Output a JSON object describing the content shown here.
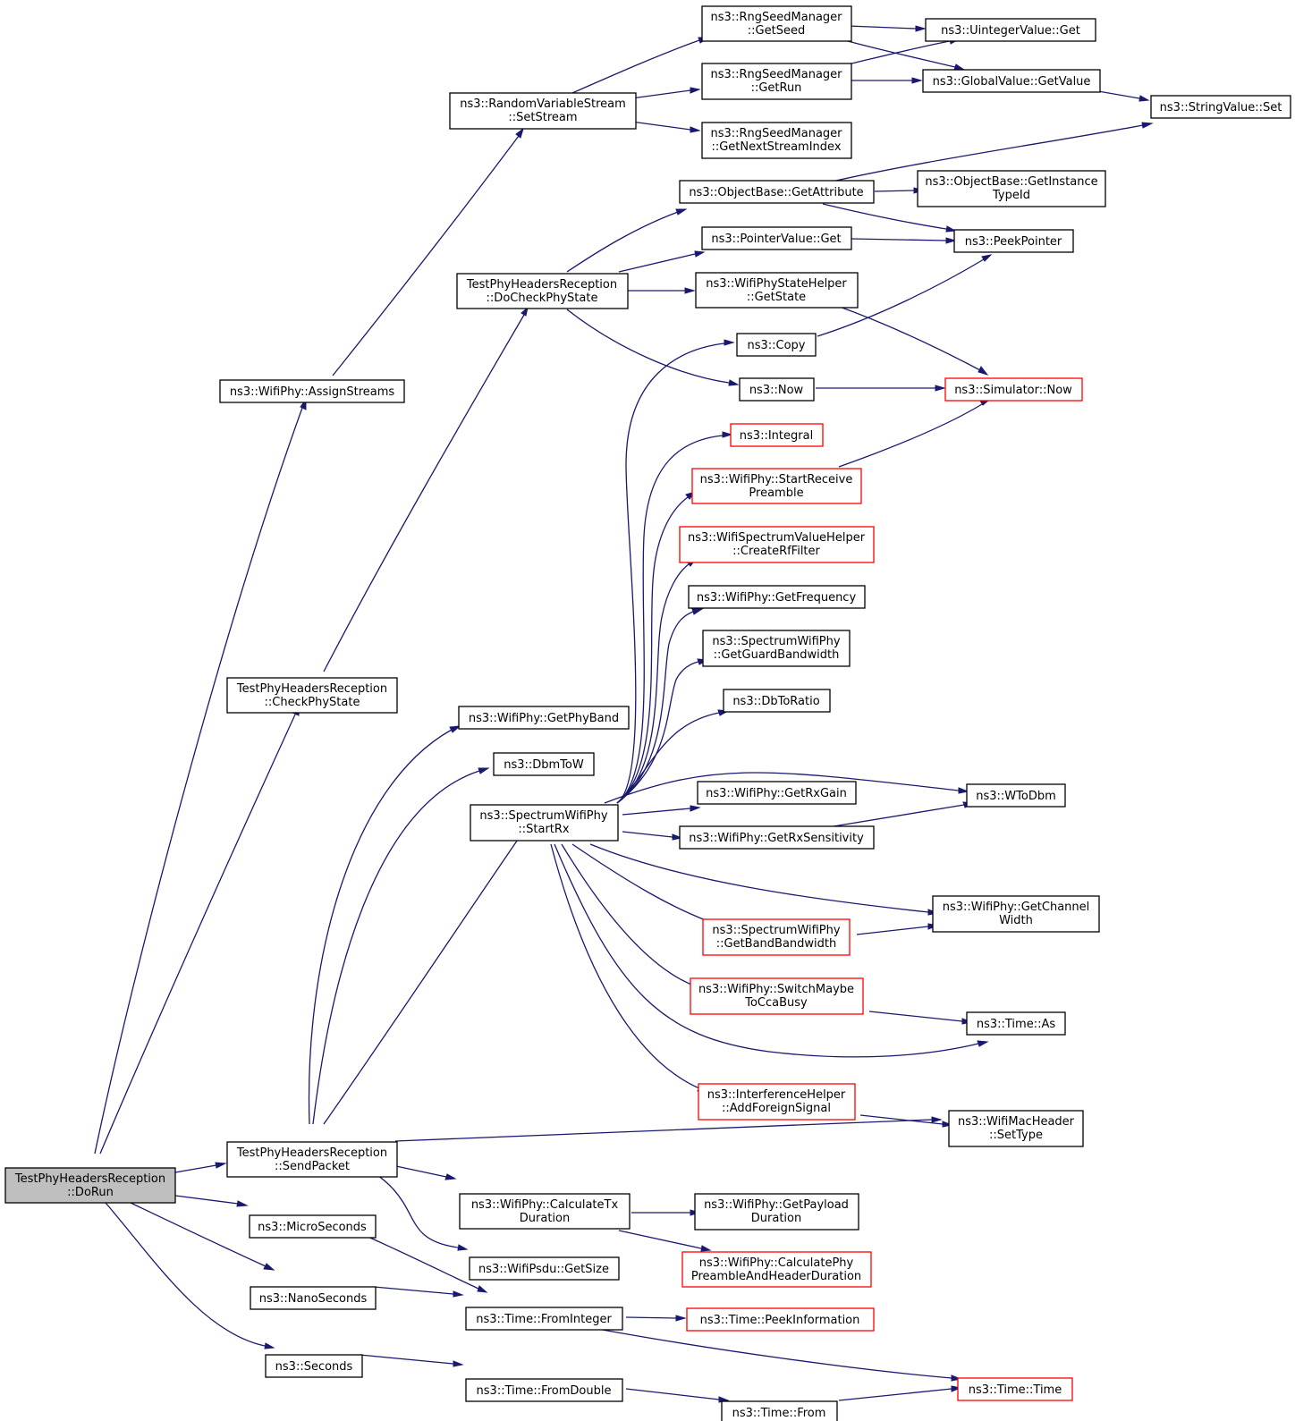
{
  "colors": {
    "edge": "#191970",
    "node_border_default": "#000000",
    "node_border_truncated": "#ff0000",
    "node_fill_default": "#ffffff",
    "node_fill_root": "#bfbfbf"
  },
  "nodes": [
    {
      "id": "dorun",
      "lines": [
        "TestPhyHeadersReception",
        "::DoRun"
      ],
      "style": "root"
    },
    {
      "id": "assign",
      "lines": [
        "ns3::WifiPhy::AssignStreams"
      ],
      "style": "default"
    },
    {
      "id": "checkphy",
      "lines": [
        "TestPhyHeadersReception",
        "::CheckPhyState"
      ],
      "style": "default"
    },
    {
      "id": "sendpkt",
      "lines": [
        "TestPhyHeadersReception",
        "::SendPacket"
      ],
      "style": "default"
    },
    {
      "id": "micro",
      "lines": [
        "ns3::MicroSeconds"
      ],
      "style": "default"
    },
    {
      "id": "nano",
      "lines": [
        "ns3::NanoSeconds"
      ],
      "style": "default"
    },
    {
      "id": "seconds",
      "lines": [
        "ns3::Seconds"
      ],
      "style": "default"
    },
    {
      "id": "setstream",
      "lines": [
        "ns3::RandomVariableStream",
        "::SetStream"
      ],
      "style": "default"
    },
    {
      "id": "docheck",
      "lines": [
        "TestPhyHeadersReception",
        "::DoCheckPhyState"
      ],
      "style": "default"
    },
    {
      "id": "getphyband",
      "lines": [
        "ns3::WifiPhy::GetPhyBand"
      ],
      "style": "default"
    },
    {
      "id": "dbmtow",
      "lines": [
        "ns3::DbmToW"
      ],
      "style": "default"
    },
    {
      "id": "startrx",
      "lines": [
        "ns3::SpectrumWifiPhy",
        "::StartRx"
      ],
      "style": "default"
    },
    {
      "id": "calctx",
      "lines": [
        "ns3::WifiPhy::CalculateTx",
        "Duration"
      ],
      "style": "default"
    },
    {
      "id": "psdusize",
      "lines": [
        "ns3::WifiPsdu::GetSize"
      ],
      "style": "default"
    },
    {
      "id": "frominteger",
      "lines": [
        "ns3::Time::FromInteger"
      ],
      "style": "default"
    },
    {
      "id": "fromdouble",
      "lines": [
        "ns3::Time::FromDouble"
      ],
      "style": "default"
    },
    {
      "id": "getseed",
      "lines": [
        "ns3::RngSeedManager",
        "::GetSeed"
      ],
      "style": "default"
    },
    {
      "id": "getrun",
      "lines": [
        "ns3::RngSeedManager",
        "::GetRun"
      ],
      "style": "default"
    },
    {
      "id": "getnext",
      "lines": [
        "ns3::RngSeedManager",
        "::GetNextStreamIndex"
      ],
      "style": "default"
    },
    {
      "id": "getattr",
      "lines": [
        "ns3::ObjectBase::GetAttribute"
      ],
      "style": "default"
    },
    {
      "id": "ptrget",
      "lines": [
        "ns3::PointerValue::Get"
      ],
      "style": "default"
    },
    {
      "id": "getstate",
      "lines": [
        "ns3::WifiPhyStateHelper",
        "::GetState"
      ],
      "style": "default"
    },
    {
      "id": "copy",
      "lines": [
        "ns3::Copy"
      ],
      "style": "default"
    },
    {
      "id": "now",
      "lines": [
        "ns3::Now"
      ],
      "style": "default"
    },
    {
      "id": "integral",
      "lines": [
        "ns3::Integral"
      ],
      "style": "truncated"
    },
    {
      "id": "startpre",
      "lines": [
        "ns3::WifiPhy::StartReceive",
        "Preamble"
      ],
      "style": "truncated"
    },
    {
      "id": "createrf",
      "lines": [
        "ns3::WifiSpectrumValueHelper",
        "::CreateRfFilter"
      ],
      "style": "truncated"
    },
    {
      "id": "getfreq",
      "lines": [
        "ns3::WifiPhy::GetFrequency"
      ],
      "style": "default"
    },
    {
      "id": "guardbw",
      "lines": [
        "ns3::SpectrumWifiPhy",
        "::GetGuardBandwidth"
      ],
      "style": "default"
    },
    {
      "id": "dbtoratio",
      "lines": [
        "ns3::DbToRatio"
      ],
      "style": "default"
    },
    {
      "id": "getrxgain",
      "lines": [
        "ns3::WifiPhy::GetRxGain"
      ],
      "style": "default"
    },
    {
      "id": "getrxsens",
      "lines": [
        "ns3::WifiPhy::GetRxSensitivity"
      ],
      "style": "default"
    },
    {
      "id": "bandbw",
      "lines": [
        "ns3::SpectrumWifiPhy",
        "::GetBandBandwidth"
      ],
      "style": "truncated"
    },
    {
      "id": "switchcca",
      "lines": [
        "ns3::WifiPhy::SwitchMaybe",
        "ToCcaBusy"
      ],
      "style": "truncated"
    },
    {
      "id": "addforeign",
      "lines": [
        "ns3::InterferenceHelper",
        "::AddForeignSignal"
      ],
      "style": "truncated"
    },
    {
      "id": "payloaddur",
      "lines": [
        "ns3::WifiPhy::GetPayload",
        "Duration"
      ],
      "style": "default"
    },
    {
      "id": "calcpre",
      "lines": [
        "ns3::WifiPhy::CalculatePhy",
        "PreambleAndHeaderDuration"
      ],
      "style": "truncated"
    },
    {
      "id": "peekinfo",
      "lines": [
        "ns3::Time::PeekInformation"
      ],
      "style": "truncated"
    },
    {
      "id": "from",
      "lines": [
        "ns3::Time::From"
      ],
      "style": "default"
    },
    {
      "id": "uintget",
      "lines": [
        "ns3::UintegerValue::Get"
      ],
      "style": "default"
    },
    {
      "id": "getvalue",
      "lines": [
        "ns3::GlobalValue::GetValue"
      ],
      "style": "default"
    },
    {
      "id": "strset",
      "lines": [
        "ns3::StringValue::Set"
      ],
      "style": "default"
    },
    {
      "id": "gettypeid",
      "lines": [
        "ns3::ObjectBase::GetInstance",
        "TypeId"
      ],
      "style": "default"
    },
    {
      "id": "peekptr",
      "lines": [
        "ns3::PeekPointer"
      ],
      "style": "default"
    },
    {
      "id": "simnow",
      "lines": [
        "ns3::Simulator::Now"
      ],
      "style": "truncated"
    },
    {
      "id": "wtodbm",
      "lines": [
        "ns3::WToDbm"
      ],
      "style": "default"
    },
    {
      "id": "chanwidth",
      "lines": [
        "ns3::WifiPhy::GetChannel",
        "Width"
      ],
      "style": "default"
    },
    {
      "id": "timeas",
      "lines": [
        "ns3::Time::As"
      ],
      "style": "default"
    },
    {
      "id": "settype",
      "lines": [
        "ns3::WifiMacHeader",
        "::SetType"
      ],
      "style": "default"
    },
    {
      "id": "timetime",
      "lines": [
        "ns3::Time::Time"
      ],
      "style": "truncated"
    }
  ],
  "edges": [
    [
      "dorun",
      "assign"
    ],
    [
      "dorun",
      "checkphy"
    ],
    [
      "dorun",
      "sendpkt"
    ],
    [
      "dorun",
      "micro"
    ],
    [
      "dorun",
      "nano"
    ],
    [
      "dorun",
      "seconds"
    ],
    [
      "assign",
      "setstream"
    ],
    [
      "checkphy",
      "docheck"
    ],
    [
      "sendpkt",
      "getphyband"
    ],
    [
      "sendpkt",
      "dbmtow"
    ],
    [
      "sendpkt",
      "startrx"
    ],
    [
      "sendpkt",
      "settype"
    ],
    [
      "sendpkt",
      "calctx"
    ],
    [
      "sendpkt",
      "psdusize"
    ],
    [
      "micro",
      "frominteger"
    ],
    [
      "nano",
      "frominteger"
    ],
    [
      "seconds",
      "fromdouble"
    ],
    [
      "setstream",
      "getseed"
    ],
    [
      "setstream",
      "getrun"
    ],
    [
      "setstream",
      "getnext"
    ],
    [
      "getseed",
      "uintget"
    ],
    [
      "getseed",
      "getvalue"
    ],
    [
      "getrun",
      "uintget"
    ],
    [
      "getrun",
      "getvalue"
    ],
    [
      "getvalue",
      "strset"
    ],
    [
      "docheck",
      "getattr"
    ],
    [
      "docheck",
      "ptrget"
    ],
    [
      "docheck",
      "getstate"
    ],
    [
      "docheck",
      "now"
    ],
    [
      "getattr",
      "strset"
    ],
    [
      "getattr",
      "gettypeid"
    ],
    [
      "getattr",
      "peekptr"
    ],
    [
      "ptrget",
      "peekptr"
    ],
    [
      "getstate",
      "simnow"
    ],
    [
      "copy",
      "peekptr"
    ],
    [
      "now",
      "simnow"
    ],
    [
      "startpre",
      "simnow"
    ],
    [
      "startrx",
      "copy"
    ],
    [
      "startrx",
      "integral"
    ],
    [
      "startrx",
      "startpre"
    ],
    [
      "startrx",
      "createrf"
    ],
    [
      "startrx",
      "getfreq"
    ],
    [
      "startrx",
      "guardbw"
    ],
    [
      "startrx",
      "dbtoratio"
    ],
    [
      "startrx",
      "wtodbm"
    ],
    [
      "startrx",
      "getrxgain"
    ],
    [
      "startrx",
      "getrxsens"
    ],
    [
      "startrx",
      "chanwidth"
    ],
    [
      "startrx",
      "bandbw"
    ],
    [
      "startrx",
      "switchcca"
    ],
    [
      "startrx",
      "timeas"
    ],
    [
      "startrx",
      "addforeign"
    ],
    [
      "getrxsens",
      "wtodbm"
    ],
    [
      "bandbw",
      "chanwidth"
    ],
    [
      "switchcca",
      "timeas"
    ],
    [
      "addforeign",
      "settype"
    ],
    [
      "calctx",
      "payloaddur"
    ],
    [
      "calctx",
      "calcpre"
    ],
    [
      "frominteger",
      "peekinfo"
    ],
    [
      "frominteger",
      "timetime"
    ],
    [
      "fromdouble",
      "from"
    ],
    [
      "from",
      "timetime"
    ]
  ]
}
